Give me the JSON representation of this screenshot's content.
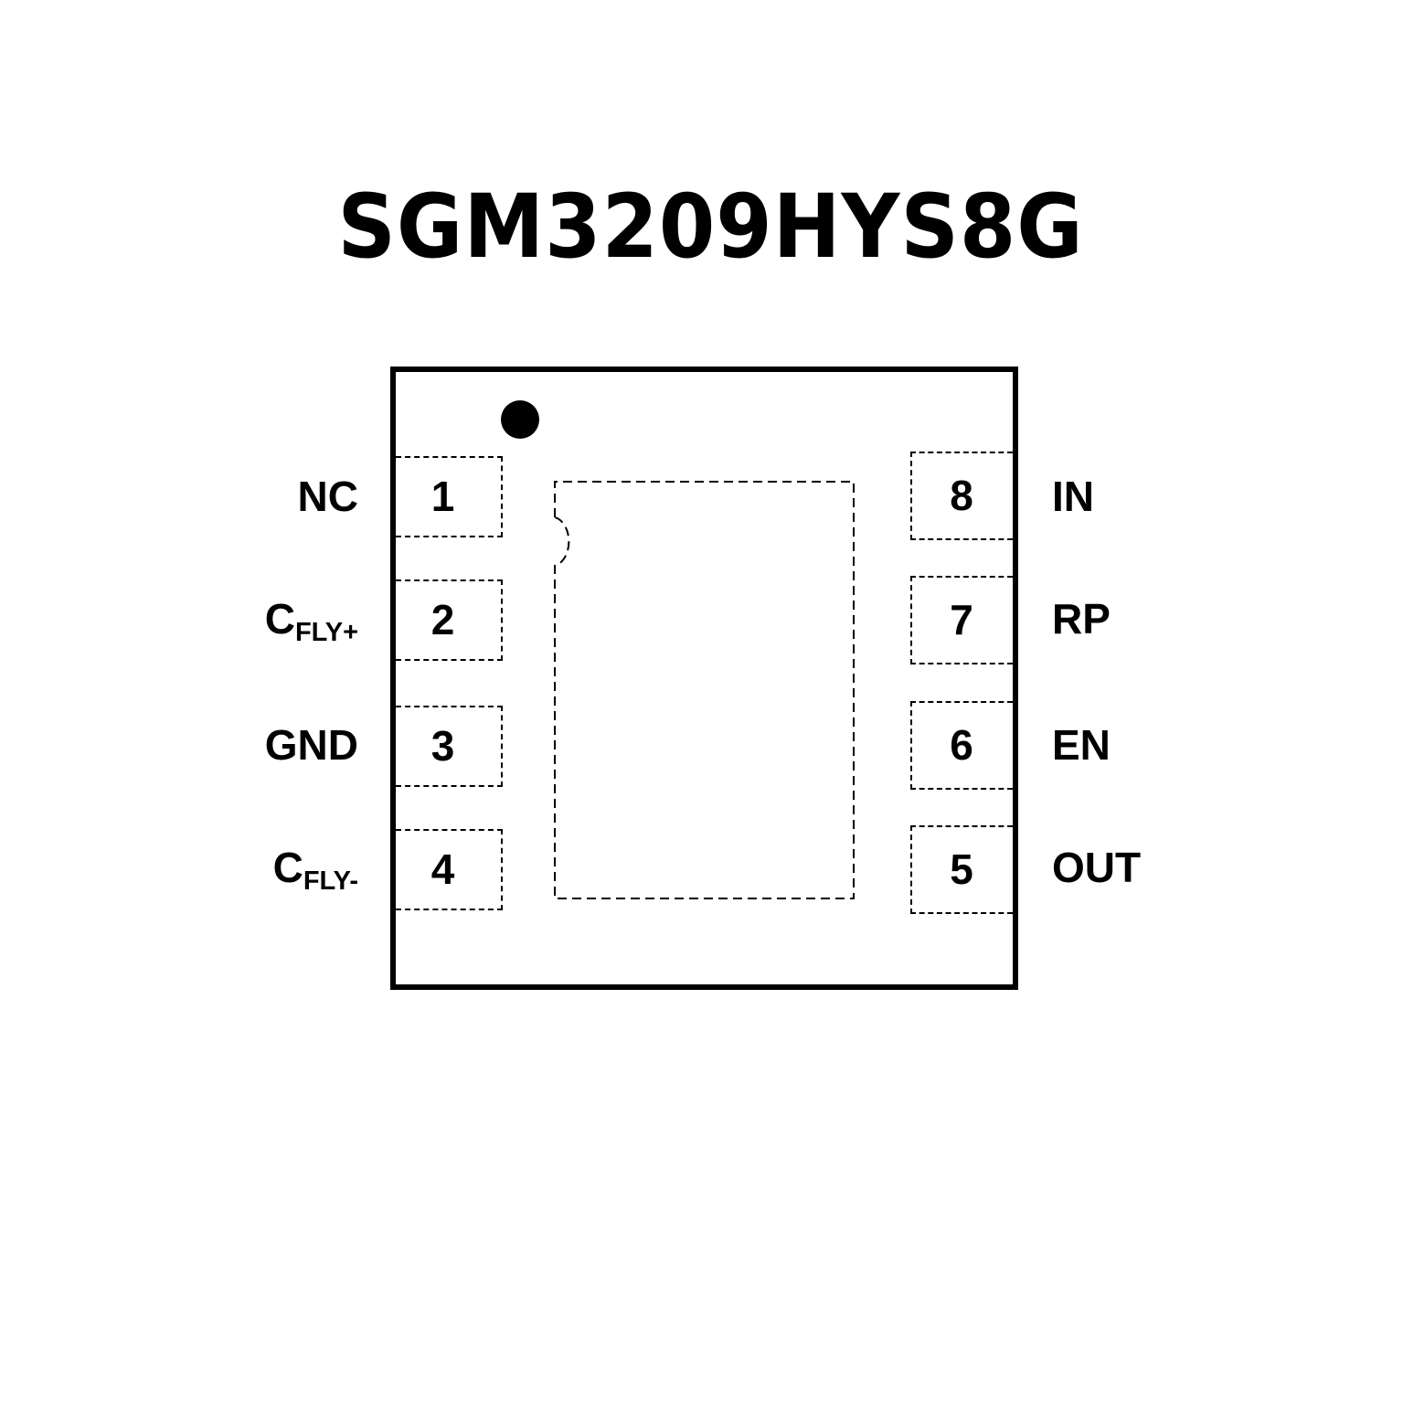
{
  "title": "SGM3209HYS8G",
  "package": {
    "pin1_marker": "filled-dot",
    "exposed_pad": "dashed-outline-with-notch"
  },
  "pins": {
    "left": [
      {
        "number": "1",
        "name": "NC",
        "name_main": "NC",
        "name_sub": ""
      },
      {
        "number": "2",
        "name": "CFLY+",
        "name_main": "C",
        "name_sub": "FLY+"
      },
      {
        "number": "3",
        "name": "GND",
        "name_main": "GND",
        "name_sub": ""
      },
      {
        "number": "4",
        "name": "CFLY-",
        "name_main": "C",
        "name_sub": "FLY-"
      }
    ],
    "right": [
      {
        "number": "8",
        "name": "IN",
        "name_main": "IN",
        "name_sub": ""
      },
      {
        "number": "7",
        "name": "RP",
        "name_main": "RP",
        "name_sub": ""
      },
      {
        "number": "6",
        "name": "EN",
        "name_main": "EN",
        "name_sub": ""
      },
      {
        "number": "5",
        "name": "OUT",
        "name_main": "OUT",
        "name_sub": ""
      }
    ]
  },
  "colors": {
    "line": "#000000",
    "background": "#ffffff"
  }
}
